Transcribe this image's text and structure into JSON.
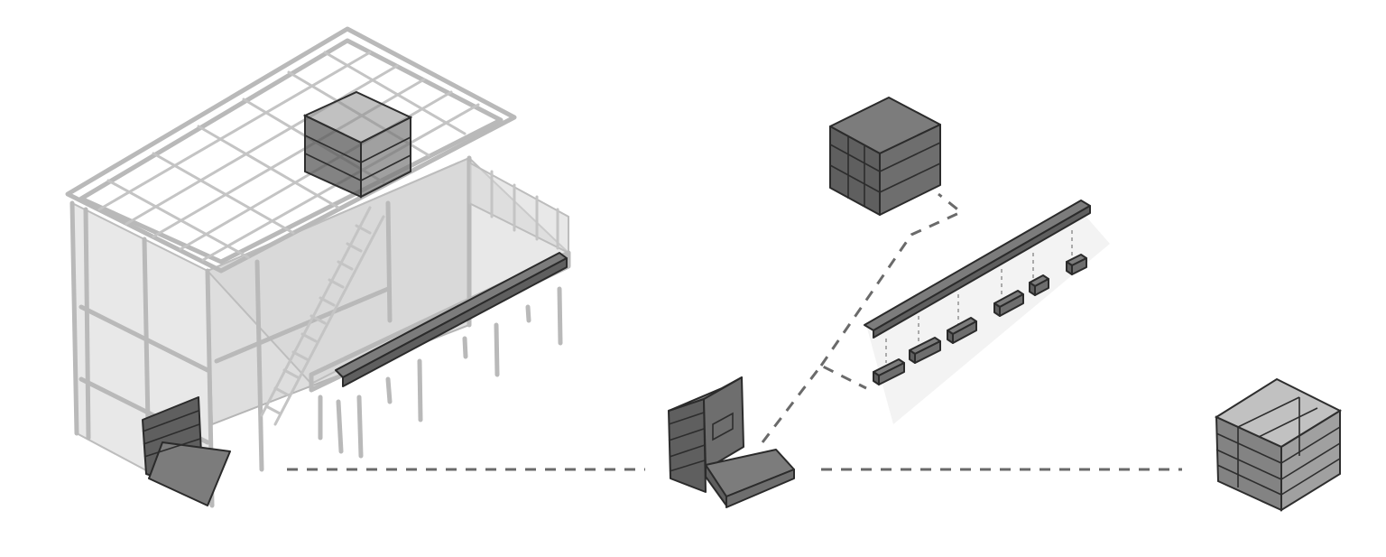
{
  "figure": {
    "background": "#ffffff",
    "accent_dark": "#5f5f5f",
    "frame_gray": "#b9b9b9",
    "connector_gray": "#6a6a6a"
  },
  "elements": {
    "building": "isometric-glass-pavilion",
    "module_a": "corner-seat-module",
    "module_b": "cube-storage-module",
    "module_c": "bench-strip-module",
    "module_d": "translucent-cube-module"
  }
}
